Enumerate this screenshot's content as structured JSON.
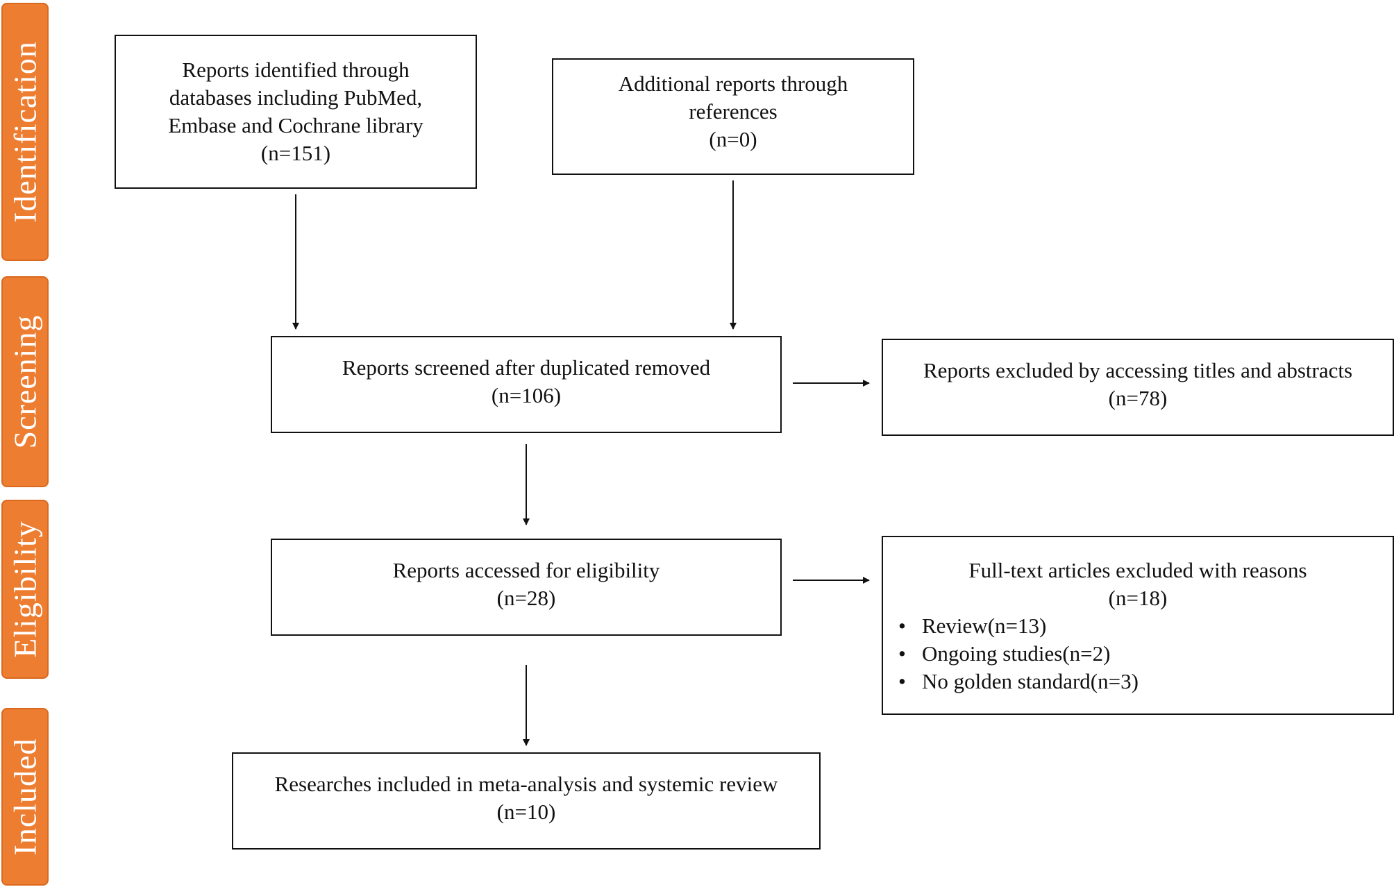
{
  "phases": {
    "identification": "Identification",
    "screening": "Screening",
    "eligibility": "Eligibility",
    "included": "Included"
  },
  "boxes": {
    "databases": {
      "lines": [
        "Reports identified through",
        "databases including PubMed,",
        "Embase and Cochrane library",
        "(n=151)"
      ]
    },
    "additional": {
      "lines": [
        "Additional reports through",
        "references",
        "(n=0)"
      ]
    },
    "screened": {
      "lines": [
        "Reports screened after duplicated removed",
        "(n=106)"
      ]
    },
    "excluded_titles": {
      "lines": [
        "Reports excluded by accessing titles and abstracts",
        "(n=78)"
      ]
    },
    "eligibility": {
      "lines": [
        "Reports accessed for eligibility",
        "(n=28)"
      ]
    },
    "excluded_fulltext": {
      "lines": [
        "Full-text articles excluded with reasons",
        "(n=18)"
      ],
      "bullet": "•",
      "reasons": [
        "Review(n=13)",
        "Ongoing studies(n=2)",
        "No golden standard(n=3)"
      ]
    },
    "included": {
      "lines": [
        "Researches included in meta-analysis and systemic review",
        "(n=10)"
      ]
    }
  }
}
